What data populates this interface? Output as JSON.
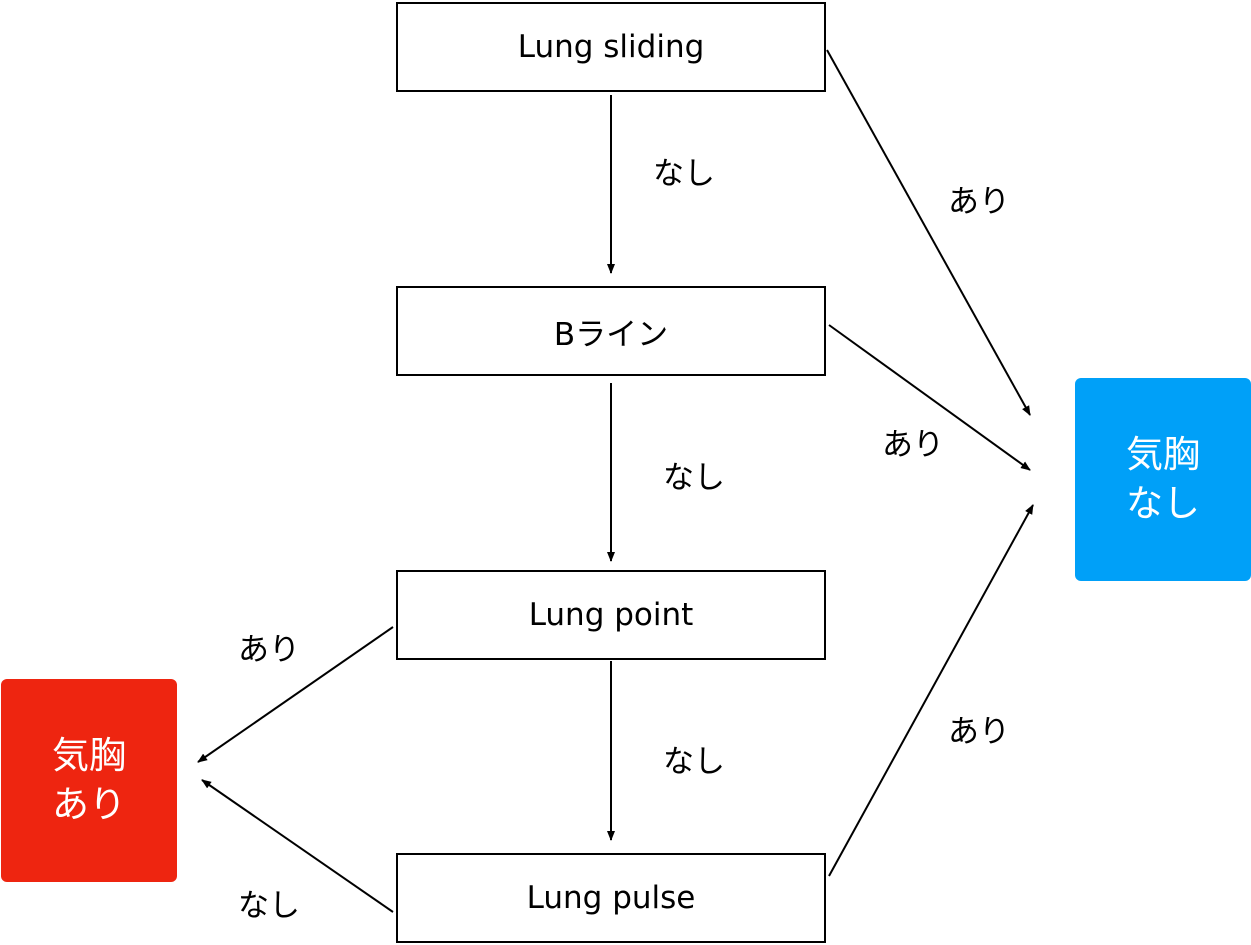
{
  "colors": {
    "outcome_positive": "#EE2510",
    "outcome_negative": "#00A0F8",
    "edge": "#000000"
  },
  "nodes": {
    "lung_sliding": "Lung sliding",
    "b_line": "Bライン",
    "lung_point": "Lung point",
    "lung_pulse": "Lung pulse"
  },
  "outcomes": {
    "pneumothorax_positive": {
      "line1": "気胸",
      "line2": "あり"
    },
    "pneumothorax_negative": {
      "line1": "気胸",
      "line2": "なし"
    }
  },
  "edges": {
    "sliding_to_bline": "なし",
    "sliding_to_negative": "あり",
    "bline_to_point": "なし",
    "bline_to_negative": "あり",
    "point_to_positive": "あり",
    "point_to_pulse": "なし",
    "pulse_to_positive": "なし",
    "pulse_to_negative": "あり"
  }
}
